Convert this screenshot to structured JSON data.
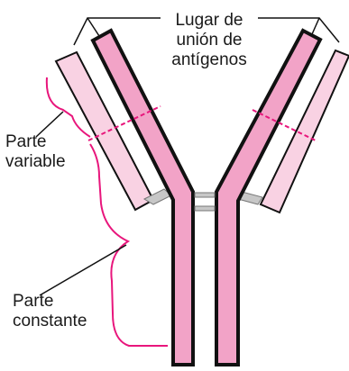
{
  "labels": {
    "binding_site": [
      "Lugar de",
      "unión de",
      "antígenos"
    ],
    "variable_part": [
      "Parte",
      "variable"
    ],
    "constant_part": [
      "Parte",
      "constante"
    ]
  },
  "colors": {
    "heavy_chain_fill": "#f2a3c7",
    "light_chain_fill": "#f9d2e3",
    "chain_stroke": "#111111",
    "bracket_and_boundary": "#e8167c",
    "disulfide_bond": "#c7c7c7",
    "leader_line": "#111111"
  }
}
